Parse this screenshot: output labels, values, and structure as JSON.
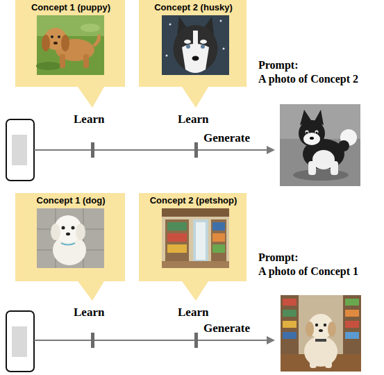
{
  "diagram": {
    "nodes": [
      {
        "text": [
          "Concept 1 (puppy)"
        ]
      },
      {
        "text": [
          "Concept 2 (husky)"
        ]
      },
      {
        "text": [
          "Concept 1 (dog)"
        ]
      },
      {
        "text": [
          "Concept 2 (petshop)"
        ]
      }
    ],
    "labels": [
      "Learn",
      "Learn",
      "Generate",
      "Prompt:",
      "A photo of Concept 2",
      "Learn",
      "Learn",
      "Generate",
      "Prompt:",
      "A photo of Concept 1"
    ]
  }
}
